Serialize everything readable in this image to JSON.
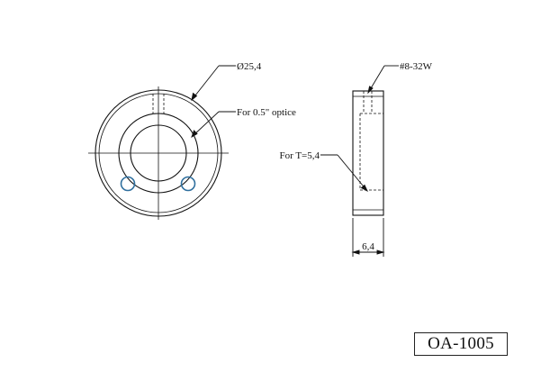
{
  "labels": {
    "diameter": "Ø25,4",
    "optic": "For 0.5\" optice",
    "thread": "#8-32W",
    "thickness_note": "For T=5,4",
    "width_dim": "6,4"
  },
  "title_block": {
    "part_number": "OA-1005"
  },
  "colors": {
    "line": "#111111",
    "hole_ring": "#2f6f9e",
    "hidden_line": "#333333"
  }
}
